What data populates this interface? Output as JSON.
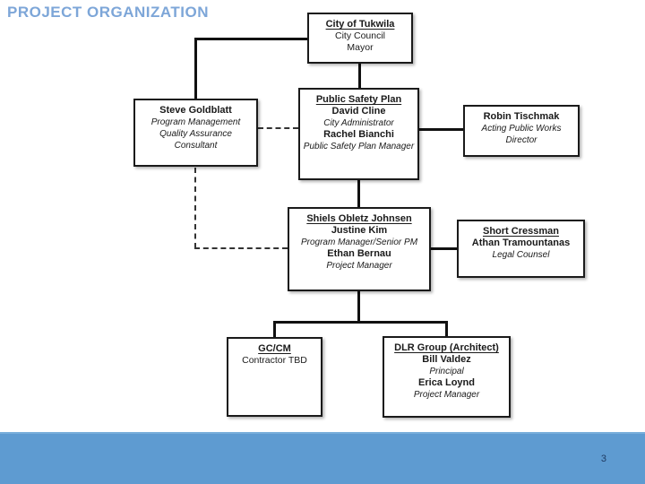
{
  "slide": {
    "title": "PROJECT ORGANIZATION",
    "page_number": "3",
    "title_color": "#7da6d8",
    "footer_color": "#5e9bd1"
  },
  "org": {
    "city": {
      "title": "City of Tukwila",
      "lines": [
        "City Council",
        "Mayor"
      ]
    },
    "goldblatt": {
      "title": "Steve Goldblatt",
      "roles": [
        "Program Management",
        "Quality Assurance",
        "Consultant"
      ]
    },
    "psp": {
      "title": "Public Safety Plan",
      "name1": "David Cline",
      "role1": "City Administrator",
      "name2": "Rachel Bianchi",
      "role2": "Public Safety Plan Manager"
    },
    "tischmak": {
      "name": "Robin Tischmak",
      "role": "Acting Public Works Director"
    },
    "soj": {
      "title": "Shiels Obletz Johnsen",
      "name1": "Justine Kim",
      "role1": "Program Manager/Senior PM",
      "name2": "Ethan Bernau",
      "role2": "Project Manager"
    },
    "cressman": {
      "title": "Short Cressman",
      "name": "Athan Tramountanas",
      "role": "Legal Counsel"
    },
    "gccm": {
      "title": "GC/CM",
      "line": "Contractor TBD"
    },
    "dlr": {
      "title": "DLR Group (Architect)",
      "name1": "Bill Valdez",
      "role1": "Principal",
      "name2": "Erica Loynd",
      "role2": "Project Manager"
    }
  },
  "connections": [
    {
      "from": "City of Tukwila",
      "to": "Steve Goldblatt",
      "style": "solid"
    },
    {
      "from": "City of Tukwila",
      "to": "Public Safety Plan",
      "style": "solid"
    },
    {
      "from": "Steve Goldblatt",
      "to": "Public Safety Plan",
      "style": "dashed"
    },
    {
      "from": "Public Safety Plan",
      "to": "Robin Tischmak",
      "style": "solid"
    },
    {
      "from": "Public Safety Plan",
      "to": "Shiels Obletz Johnsen",
      "style": "solid"
    },
    {
      "from": "Steve Goldblatt",
      "to": "Shiels Obletz Johnsen",
      "style": "dashed"
    },
    {
      "from": "Shiels Obletz Johnsen",
      "to": "Short Cressman",
      "style": "solid"
    },
    {
      "from": "Shiels Obletz Johnsen",
      "to": "GC/CM",
      "style": "solid"
    },
    {
      "from": "Shiels Obletz Johnsen",
      "to": "DLR Group (Architect)",
      "style": "solid"
    }
  ]
}
